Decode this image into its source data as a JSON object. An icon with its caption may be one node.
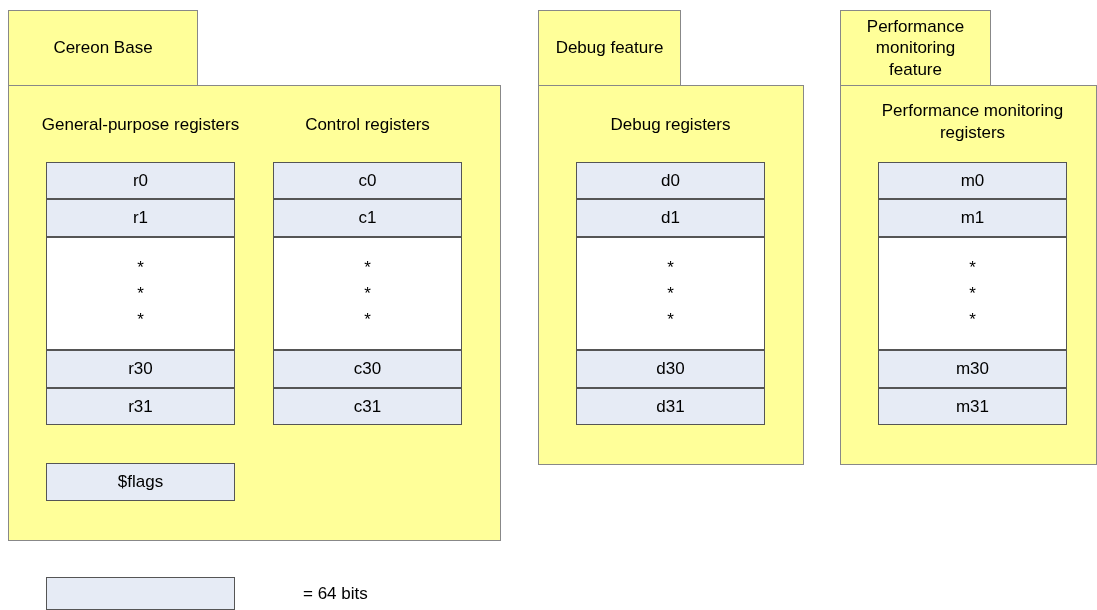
{
  "diagram": {
    "nodes": [
      {
        "text": [
          "Cereon Base"
        ]
      },
      {
        "text": [
          "General-purpose registers"
        ],
        "in": 0
      },
      {
        "text": [
          "r0"
        ],
        "in": 1
      },
      {
        "text": [
          "r1"
        ],
        "in": 1
      },
      {
        "text": [
          "* * *"
        ],
        "in": 1
      },
      {
        "text": [
          "r30"
        ],
        "in": 1
      },
      {
        "text": [
          "r31"
        ],
        "in": 1
      },
      {
        "text": [
          "Control registers"
        ],
        "in": 0
      },
      {
        "text": [
          "c0"
        ],
        "in": 7
      },
      {
        "text": [
          "c1"
        ],
        "in": 7
      },
      {
        "text": [
          "* * *"
        ],
        "in": 7
      },
      {
        "text": [
          "c30"
        ],
        "in": 7
      },
      {
        "text": [
          "c31"
        ],
        "in": 7
      },
      {
        "text": [
          "$flags"
        ],
        "in": 0
      },
      {
        "text": [
          "Debug feature"
        ]
      },
      {
        "text": [
          "Debug registers"
        ],
        "in": 14
      },
      {
        "text": [
          "d0"
        ],
        "in": 15
      },
      {
        "text": [
          "d1"
        ],
        "in": 15
      },
      {
        "text": [
          "* * *"
        ],
        "in": 15
      },
      {
        "text": [
          "d30"
        ],
        "in": 15
      },
      {
        "text": [
          "d31"
        ],
        "in": 15
      },
      {
        "text": [
          "Performance monitoring feature"
        ]
      },
      {
        "text": [
          "Performance monitoring registers"
        ],
        "in": 21
      },
      {
        "text": [
          "m0"
        ],
        "in": 22
      },
      {
        "text": [
          "m1"
        ],
        "in": 22
      },
      {
        "text": [
          "* * *"
        ],
        "in": 22
      },
      {
        "text": [
          "m30"
        ],
        "in": 22
      },
      {
        "text": [
          "m31"
        ],
        "in": 22
      }
    ],
    "edges": [],
    "legend": [
      {
        "text": "= 64 bits",
        "color": "#e6ebf5"
      }
    ]
  }
}
